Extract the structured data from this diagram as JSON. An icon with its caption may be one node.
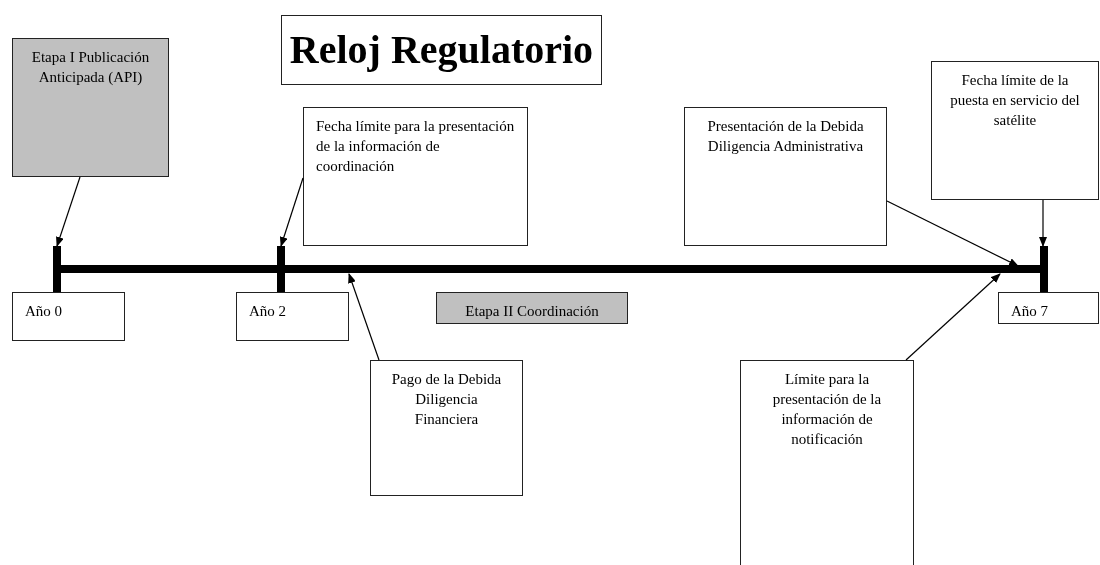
{
  "diagram": {
    "title": "Reloj Regulatorio",
    "nodes": [
      {
        "text": [
          "Etapa I Publicación Anticipada (API)"
        ]
      },
      {
        "text": [
          "Fecha límite para la presentación de la información de coordinación"
        ]
      },
      {
        "text": [
          "Presentación de la Debida Diligencia Administrativa"
        ]
      },
      {
        "text": [
          "Fecha límite de la puesta en servicio del satélite"
        ]
      },
      {
        "text": [],
        "shape": "bar"
      },
      {
        "text": [
          "Año 0"
        ]
      },
      {
        "text": [
          "Año 2"
        ]
      },
      {
        "text": [
          "Etapa II Coordinación"
        ]
      },
      {
        "text": [
          "Año 7"
        ]
      },
      {
        "text": [
          "Pago de la Debida Diligencia Financiera"
        ]
      },
      {
        "text": [
          "Límite para la presentación de la información de notificación"
        ]
      }
    ],
    "edges": [
      {
        "from": 0,
        "to": 4,
        "arrow": "to"
      },
      {
        "from": 1,
        "to": 4,
        "arrow": "to"
      },
      {
        "from": 9,
        "to": 4,
        "arrow": "to"
      },
      {
        "from": 2,
        "to": 4,
        "arrow": "to"
      },
      {
        "from": 3,
        "to": 4,
        "arrow": "to"
      },
      {
        "from": 10,
        "to": 4,
        "arrow": "to"
      }
    ]
  }
}
